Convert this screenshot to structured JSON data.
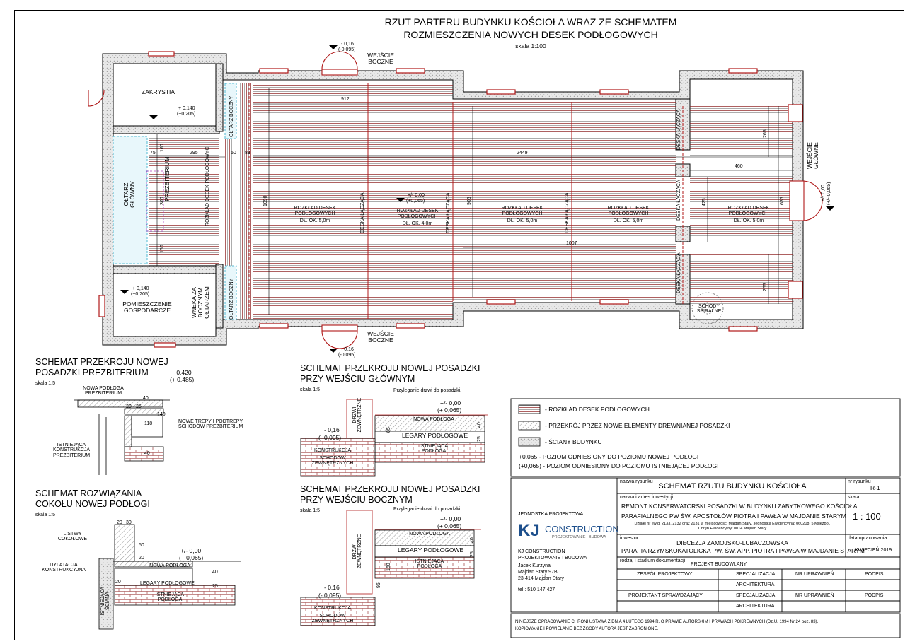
{
  "title": {
    "line1": "RZUT PARTERU BUDYNKU KOŚCIOŁA WRAZ ZE SCHEMATEM",
    "line2": "ROZMIESZCZENIA NOWYCH DESEK PODŁOGOWYCH",
    "scale": "skala 1:100"
  },
  "plan": {
    "rooms": {
      "zakrystia": "ZAKRYSTIA",
      "oltarz_glowny": "OŁTARZ GŁÓWNY",
      "prezbiterium": "PREZBITERIUM",
      "rozklad_desek_prezb": "ROZKŁAD DESEK PODŁOGOWYCH",
      "pomieszczenie": "POMIESZCZENIE GOSPODARCZE",
      "wneka": "WNĘKA ZA BOCZNYM OŁTARZEM",
      "oltarz_boczny": "OŁTARZ BOCZNY",
      "schody": "SCHODY SPIRALNE"
    },
    "entrances": {
      "side_top": "WEJŚCIE BOCZNE",
      "side_bottom": "WEJŚCIE BOCZNE",
      "main": "WEJŚCIE GŁÓWNE"
    },
    "levels": {
      "l_top": "- 0,16",
      "l_top2": "(-0,095)",
      "l_bottom": "- 0,16",
      "l_bottom2": "(-0,095)",
      "l_zak": "+ 0,140",
      "l_zak2": "(+0,205)",
      "l_pom": "+ 0,140",
      "l_pom2": "(+0,205)",
      "l_main": "+/- 0,00",
      "l_main2": "(+/- 0,065)",
      "l_nave": "+/- 0,00",
      "l_nave2": "(+0,065)"
    },
    "nave_label": {
      "line1": "ROZKŁAD DESEK",
      "line2": "PODŁOGOWYCH",
      "len5": "DŁ. OK. 5,0m",
      "len4": "DŁ. OK. 4,0m"
    },
    "deska_laczaca": "DESKA ŁĄCZĄCA",
    "dims": {
      "d912": "912",
      "d2449": "2449",
      "d1007": "1007",
      "d460": "460",
      "d295a": "295",
      "d75": "75",
      "d160a": "160",
      "d160b": "160",
      "d300": "300",
      "d50": "50",
      "d83": "83",
      "d1090": "1090",
      "d905": "905",
      "d425": "425",
      "d265a": "265",
      "d265b": "265",
      "d635": "635"
    }
  },
  "section_prezb": {
    "title1": "SCHEMAT PRZEKROJU NOWEJ",
    "title2": "POSADZKI PREZBITERIUM",
    "scale": "skala 1:5",
    "level1": "+ 0,420",
    "level2": "(+ 0,485)",
    "nowa": "NOWA PODŁOGA PREZBITERIUM",
    "trepy": "NOWE TREPY I PODTREPY SCHODÓW PREZBITERIUM",
    "istniejaca": "ISTNIEJĄCA KONSTRUKCJA PREZBITERIUM",
    "d40a": "40",
    "d20": "20",
    "d25": "25",
    "d118": "118",
    "d140": "140",
    "d40b": "40"
  },
  "section_cokol": {
    "title1": "SCHEMAT ROZWIĄZANIA",
    "title2": "COKOŁU NOWEJ PODŁOGI",
    "scale": "skala 1:5",
    "listwy": "LISTWY COKOŁOWE",
    "dylatacja": "DYLATACJA KONSTRUKCYJNA",
    "sciana": "ISTNIEJĄCA ŚCIANA",
    "level1": "+/- 0,00",
    "level2": "(+ 0,065)",
    "nowa": "NOWA PODŁOGA",
    "legary": "LEGARY PODŁOGOWE",
    "istniejaca": "ISTNIEJĄCA PODŁOGA",
    "d20a": "20",
    "d30": "30",
    "d50": "50",
    "d20b": "20",
    "d20c": "20",
    "d40": "40",
    "d25": "25"
  },
  "section_main": {
    "title1": "SCHEMAT PRZEKROJU NOWEJ POSADZKI",
    "title2": "PRZY WEJŚCIU GŁÓWNYM",
    "scale": "skala 1:5",
    "note": "Przyleganie drzwi do posadzki.",
    "level1": "+/- 0,00",
    "level2": "(+ 0,065)",
    "drzwi": "DRZWI ZEWNĘTRZNE",
    "nowa": "NOWA PODŁOGA",
    "legary": "LEGARY PODŁOGOWE",
    "istniejaca": "ISTNIEJĄCA PODŁOGA",
    "out1": "- 0,16",
    "out2": "(- 0,095)",
    "konstrukcja": "KONSTRUKCJA",
    "schodow": "SCHODÓW ZEWNĘTRZNYCH",
    "d85": "85",
    "d40": "40",
    "d25": "25"
  },
  "section_side": {
    "title1": "SCHEMAT PRZEKROJU NOWEJ POSADZKI",
    "title2": "PRZY WEJŚCIU BOCZNYM",
    "scale": "skala 1:5",
    "note": "Przyleganie drzwi do posadzki.",
    "level1": "+/- 0,00",
    "level2": "(+ 0,065)",
    "drzwi": "DRZWI ZEWNĘTRZNE",
    "nowa": "NOWA PODŁOGA",
    "legary": "LEGARY PODŁOGOWE",
    "istniejaca": "ISTNIEJĄCA PODŁOGA",
    "out1": "- 0,16",
    "out2": "(- 0,095)",
    "konstrukcja": "KONSTRUKCJA",
    "schodow": "SCHODÓW ZEWNĘTRZNYCH",
    "d160": "160",
    "d95": "95",
    "d40": "40",
    "d25": "25"
  },
  "legend": {
    "item1": "- ROZKŁAD DESEK PODŁOGOWYCH",
    "item2": "- PRZEKRÓJ PRZEZ NOWE ELEMENTY DREWNIANEJ POSADZKI",
    "item3": "- ŚCIANY BUDYNKU",
    "note1": "+0,065 - POZIOM ODNIESIONY DO POZIOMU NOWEJ PODŁOGI",
    "note2": "(+0,065) - POZIOM ODNIESIONY DO POZIOMU ISTNIEJĄCEJ PODŁOGI"
  },
  "titleblock": {
    "nazwa_lbl": "nazwa rysunku",
    "nazwa": "SCHEMAT RZUTU BUDYNKU KOŚCIOŁA",
    "nr_lbl": "nr rysunku",
    "nr": "R-1",
    "inwestycja_lbl": "nazwa i adres inwestycji",
    "inw1": "REMONT KONSERWATORSKI POSADZKI W BUDYNKU ZABYTKOWEGO KOŚCIOŁA",
    "inw2": "PARAFIALNEGO PW ŚW. APOSTOŁÓW PIOTRA I PAWŁA W MAJDANIE STARYM",
    "inw3": "Działki nr ewid. 2133, 2132 oraz 2131 w miejscowości Majdan Stary, Jednostka Ewidencyjna: 060208_5 Księżpol,",
    "inw4": "Obręb Ewidencyjny: 0014 Majdan Stary",
    "skala_lbl": "skala",
    "skala": "1 : 100",
    "inwestor_lbl": "inwestor",
    "inwestor1": "DIECEZJA ZAMOJSKO-LUBACZOWSKA",
    "inwestor2": "PARAFIA RZYMSKOKATOLICKA PW. ŚW. APP. PIOTRA I PAWŁA W MAJDANIE STARYM",
    "data_lbl": "data opracowania",
    "data": "KWIECIEŃ 2019",
    "stadium_lbl": "rodzaj i stadium dokumentacji",
    "stadium": "PROJEKT BUDOWLANY",
    "zespol": "ZESPÓŁ PROJEKTOWY",
    "spec1": "SPECJALIZACJA",
    "nr1": "NR UPRAWNIEŃ",
    "podpis1": "PODPIS",
    "arch1": "ARCHITEKTURA",
    "projektant": "PROJEKTANT SPRAWDZAJĄCY",
    "spec2": "SPECJALIZACJA",
    "nr2": "NR UPRAWNIEŃ",
    "podpis2": "PODPIS",
    "arch2": "ARCHITEKTURA",
    "jednostka_lbl": "JEDNOSTKA PROJEKTOWA",
    "logo_kj": "KJ",
    "logo_construction": "CONSTRUCTION",
    "logo_sub": "PROJEKTOWANIE I BUDOWA",
    "company1": "KJ CONSTRUCTION",
    "company2": "PROJEKTOWANIE I BUDOWA",
    "company3": "Jacek Kurzyna",
    "company4": "Majdan Stary 97B",
    "company5": "23-414 Majdan Stary",
    "tel": "tel.: 510 147 427",
    "copyright1": "NINIEJSZE OPRACOWANIE CHRONI USTAWA Z DNIA 4 LUTEGO 1994 R. O PRAWIE AUTORSKIM I PRAWACH POKREWNYCH (Dz.U. 1994 Nr 24 poz. 83).",
    "copyright2": "KOPIOWANIE I POWIELANIE BEZ ZGODY AUTORA JEST ZABRONIONE."
  }
}
